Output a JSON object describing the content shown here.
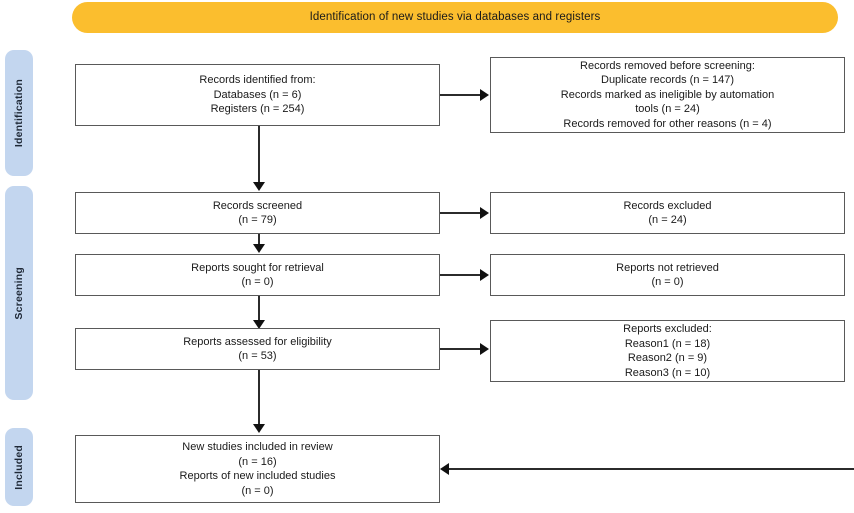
{
  "banner": {
    "title": "Identification of new studies via databases and registers",
    "color": "#fbbe2e"
  },
  "stages": {
    "color": "#c3d6ef",
    "items": [
      {
        "id": "identification",
        "label": "Identification"
      },
      {
        "id": "screening",
        "label": "Screening"
      },
      {
        "id": "included",
        "label": "Included"
      }
    ]
  },
  "boxes": {
    "identified": {
      "text": "Records identified from:\nDatabases (n = 6)\nRegisters (n = 254)"
    },
    "removed": {
      "text": "Records removed before screening:\nDuplicate records (n = 147)\nRecords marked as ineligible by automation\ntools (n = 24)\nRecords removed for other reasons (n = 4)"
    },
    "screened": {
      "text": "Records screened\n(n = 79)"
    },
    "excluded": {
      "text": "Records excluded\n(n = 24)"
    },
    "sought": {
      "text": "Reports sought for retrieval\n(n = 0)"
    },
    "not_retrieved": {
      "text": "Reports not retrieved\n(n = 0)"
    },
    "assessed": {
      "text": "Reports assessed for eligibility\n(n = 53)"
    },
    "reports_excluded": {
      "text": "Reports excluded:\nReason1 (n = 18)\nReason2 (n = 9)\nReason3 (n = 10)"
    },
    "included": {
      "text": "New studies included in review\n(n = 16)\nReports of new included studies\n(n = 0)"
    }
  },
  "chart_data": {
    "type": "diagram",
    "title": "Identification of new studies via databases and registers",
    "nodes": [
      {
        "id": "identified",
        "stage": "Identification",
        "column": "left",
        "label": "Records identified from:",
        "counts": [
          {
            "name": "Databases",
            "n": 6
          },
          {
            "name": "Registers",
            "n": 254
          }
        ]
      },
      {
        "id": "removed",
        "stage": "Identification",
        "column": "right",
        "label": "Records removed before screening:",
        "counts": [
          {
            "name": "Duplicate records",
            "n": 147
          },
          {
            "name": "Records marked as ineligible by automation tools",
            "n": 24
          },
          {
            "name": "Records removed for other reasons",
            "n": 4
          }
        ]
      },
      {
        "id": "screened",
        "stage": "Screening",
        "column": "left",
        "label": "Records screened",
        "counts": [
          {
            "name": "n",
            "n": 79
          }
        ]
      },
      {
        "id": "excluded",
        "stage": "Screening",
        "column": "right",
        "label": "Records excluded",
        "counts": [
          {
            "name": "n",
            "n": 24
          }
        ]
      },
      {
        "id": "sought",
        "stage": "Screening",
        "column": "left",
        "label": "Reports sought for retrieval",
        "counts": [
          {
            "name": "n",
            "n": 0
          }
        ]
      },
      {
        "id": "not_retrieved",
        "stage": "Screening",
        "column": "right",
        "label": "Reports not retrieved",
        "counts": [
          {
            "name": "n",
            "n": 0
          }
        ]
      },
      {
        "id": "assessed",
        "stage": "Screening",
        "column": "left",
        "label": "Reports assessed for eligibility",
        "counts": [
          {
            "name": "n",
            "n": 53
          }
        ]
      },
      {
        "id": "reports_excluded",
        "stage": "Screening",
        "column": "right",
        "label": "Reports excluded:",
        "counts": [
          {
            "name": "Reason1",
            "n": 18
          },
          {
            "name": "Reason2",
            "n": 9
          },
          {
            "name": "Reason3",
            "n": 10
          }
        ]
      },
      {
        "id": "included",
        "stage": "Included",
        "column": "left",
        "label": "New studies included in review",
        "counts": [
          {
            "name": "New studies included in review",
            "n": 16
          },
          {
            "name": "Reports of new included studies",
            "n": 0
          }
        ]
      }
    ],
    "edges": [
      {
        "from": "identified",
        "to": "removed",
        "direction": "right"
      },
      {
        "from": "identified",
        "to": "screened",
        "direction": "down"
      },
      {
        "from": "screened",
        "to": "excluded",
        "direction": "right"
      },
      {
        "from": "screened",
        "to": "sought",
        "direction": "down"
      },
      {
        "from": "sought",
        "to": "not_retrieved",
        "direction": "right"
      },
      {
        "from": "sought",
        "to": "assessed",
        "direction": "down"
      },
      {
        "from": "assessed",
        "to": "reports_excluded",
        "direction": "right"
      },
      {
        "from": "assessed",
        "to": "included",
        "direction": "down"
      },
      {
        "from": "offscreen-right",
        "to": "included",
        "direction": "left"
      }
    ]
  }
}
